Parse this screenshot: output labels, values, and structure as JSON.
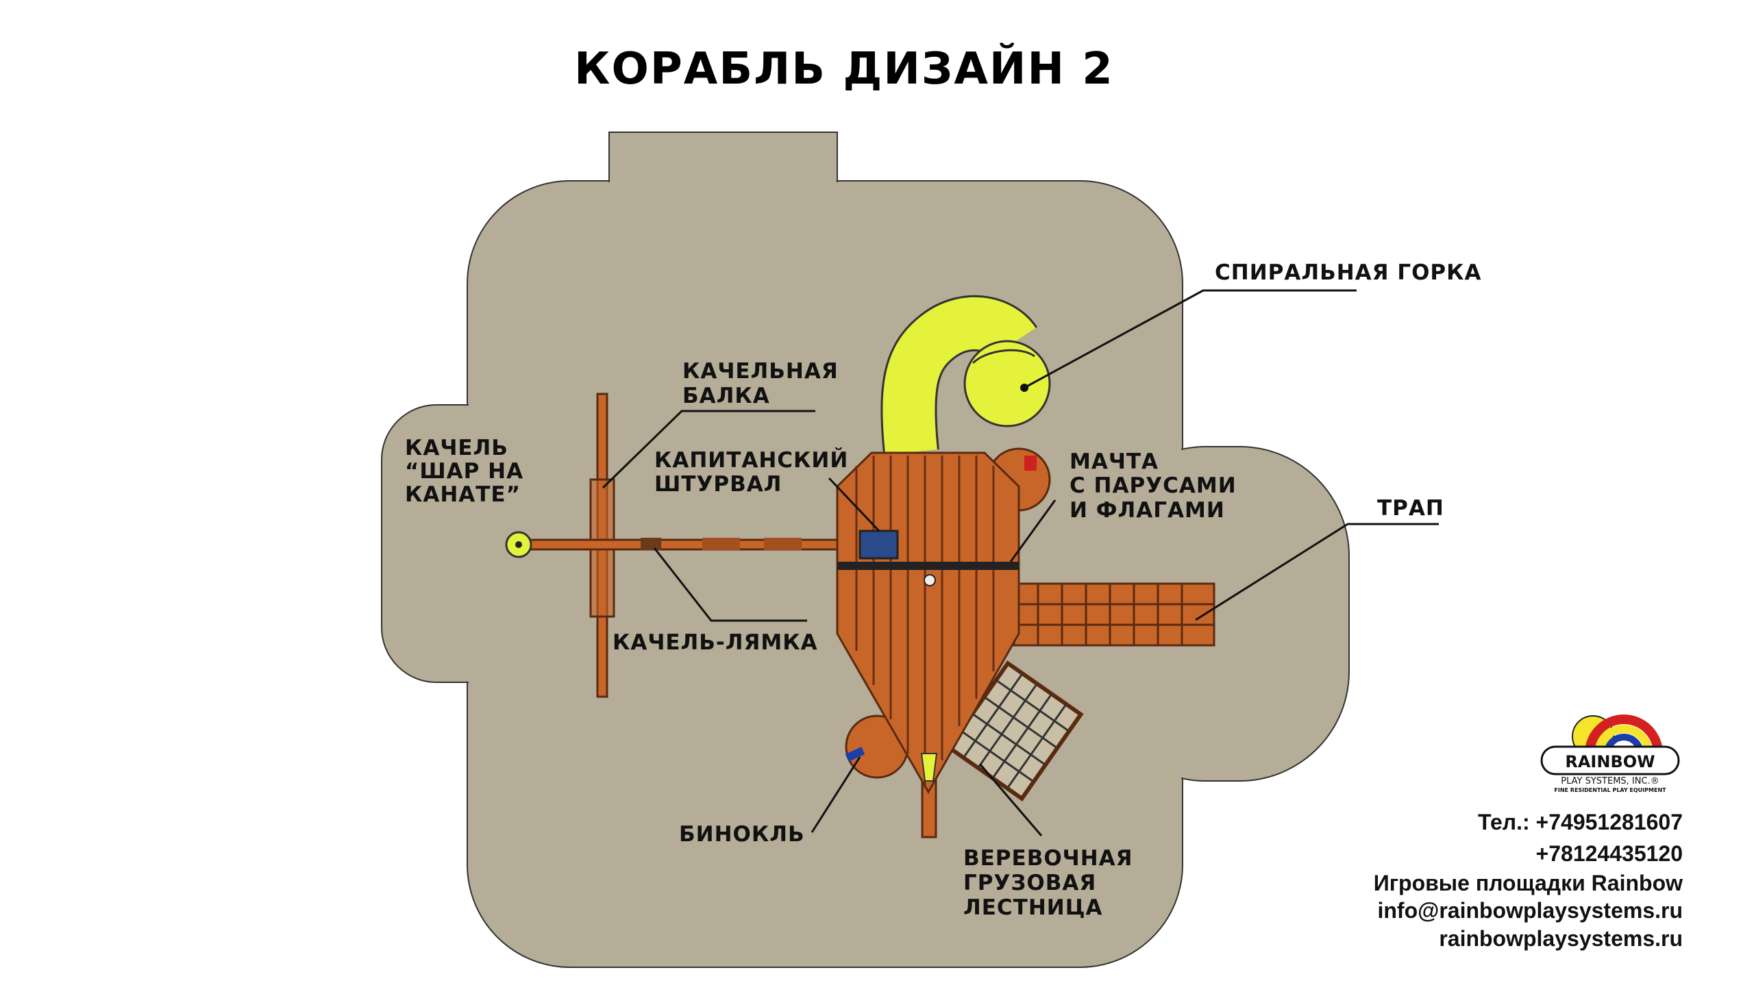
{
  "title": "КОРАБЛЬ ДИЗАЙН 2",
  "labels": {
    "spiral_slide": "СПИРАЛЬНАЯ ГОРКА",
    "swing_beam": [
      "КАЧЕЛЬНАЯ",
      "БАЛКА"
    ],
    "ball_swing": [
      "КАЧЕЛЬ",
      "“ШАР НА",
      "КАНАТЕ”"
    ],
    "captain_wheel": [
      "КАПИТАНСКИЙ",
      "ШТУРВАЛ"
    ],
    "mast": [
      "МАЧТА",
      "С ПАРУСАМИ",
      "И ФЛАГАМИ"
    ],
    "gangway": "ТРАП",
    "belt_swing": "КАЧЕЛЬ-ЛЯМКА",
    "binoculars": "БИНОКЛЬ",
    "rope_ladder": [
      "ВЕРЕВОЧНАЯ",
      "ГРУЗОВАЯ",
      "ЛЕСТНИЦА"
    ]
  },
  "logo": {
    "name": "RAINBOW",
    "sub": "PLAY SYSTEMS, INC.®",
    "tagline": "FINE RESIDENTIAL PLAY EQUIPMENT"
  },
  "contacts": {
    "phone1": "Тел.: +74951281607",
    "phone2": "+78124435120",
    "company": "Игровые площадки Rainbow",
    "email": "info@rainbowplaysystems.ru",
    "site": "rainbowplaysystems.ru"
  },
  "colors": {
    "ground": "#b5ad97",
    "wood": "#c8662a",
    "slide": "#e4f23c"
  }
}
